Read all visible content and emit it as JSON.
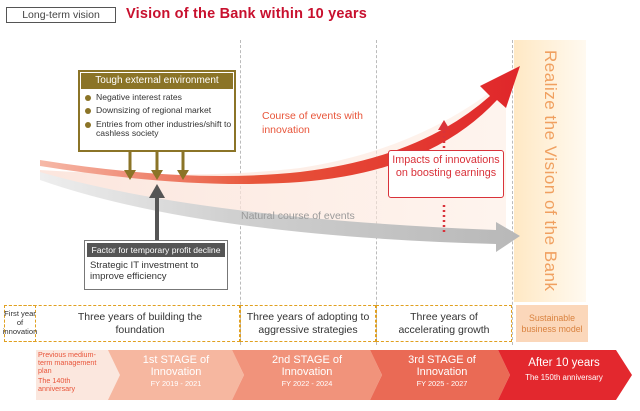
{
  "header": {
    "tag": "Long-term vision",
    "title": "Vision of the Bank within 10 years"
  },
  "tough_environment": {
    "title": "Tough external environment",
    "items": [
      "Negative interest rates",
      "Downsizing of  regional market",
      "Entries from other industries/shift to cashless society"
    ]
  },
  "factor": {
    "title": "Factor for temporary profit decline",
    "body": "Strategic IT investment to improve efficiency"
  },
  "curves": {
    "innovation_label": "Course of events with innovation",
    "natural_label": "Natural course of events"
  },
  "impacts": {
    "label": "Impacts of innovations on boosting earnings"
  },
  "goal": {
    "label": "Realize the Vision of the Bank"
  },
  "phases": {
    "first_year": "First year of innovation",
    "p1": "Three years of building the foundation",
    "p2": "Three years of adopting to aggressive strategies",
    "p3": "Three years of accelerating growth",
    "sustain": "Sustainable business model"
  },
  "timeline": {
    "prev_plan": "Previous medium-term management plan",
    "prev_anniv": "The 140th anniversary",
    "stages": [
      {
        "name": "1st STAGE of Innovation",
        "fy": "FY 2019 - 2021"
      },
      {
        "name": "2nd STAGE of Innovation",
        "fy": "FY 2022 - 2024"
      },
      {
        "name": "3rd STAGE of Innovation",
        "fy": "FY 2025 - 2027"
      }
    ],
    "after": {
      "name": "After 10 years",
      "anniv": "The 150th anniversary"
    }
  },
  "colors": {
    "red": "#d9323a",
    "olive": "#8b7427",
    "gray_arrow": "#b8b8b8",
    "gold_dash": "#e0a020"
  }
}
